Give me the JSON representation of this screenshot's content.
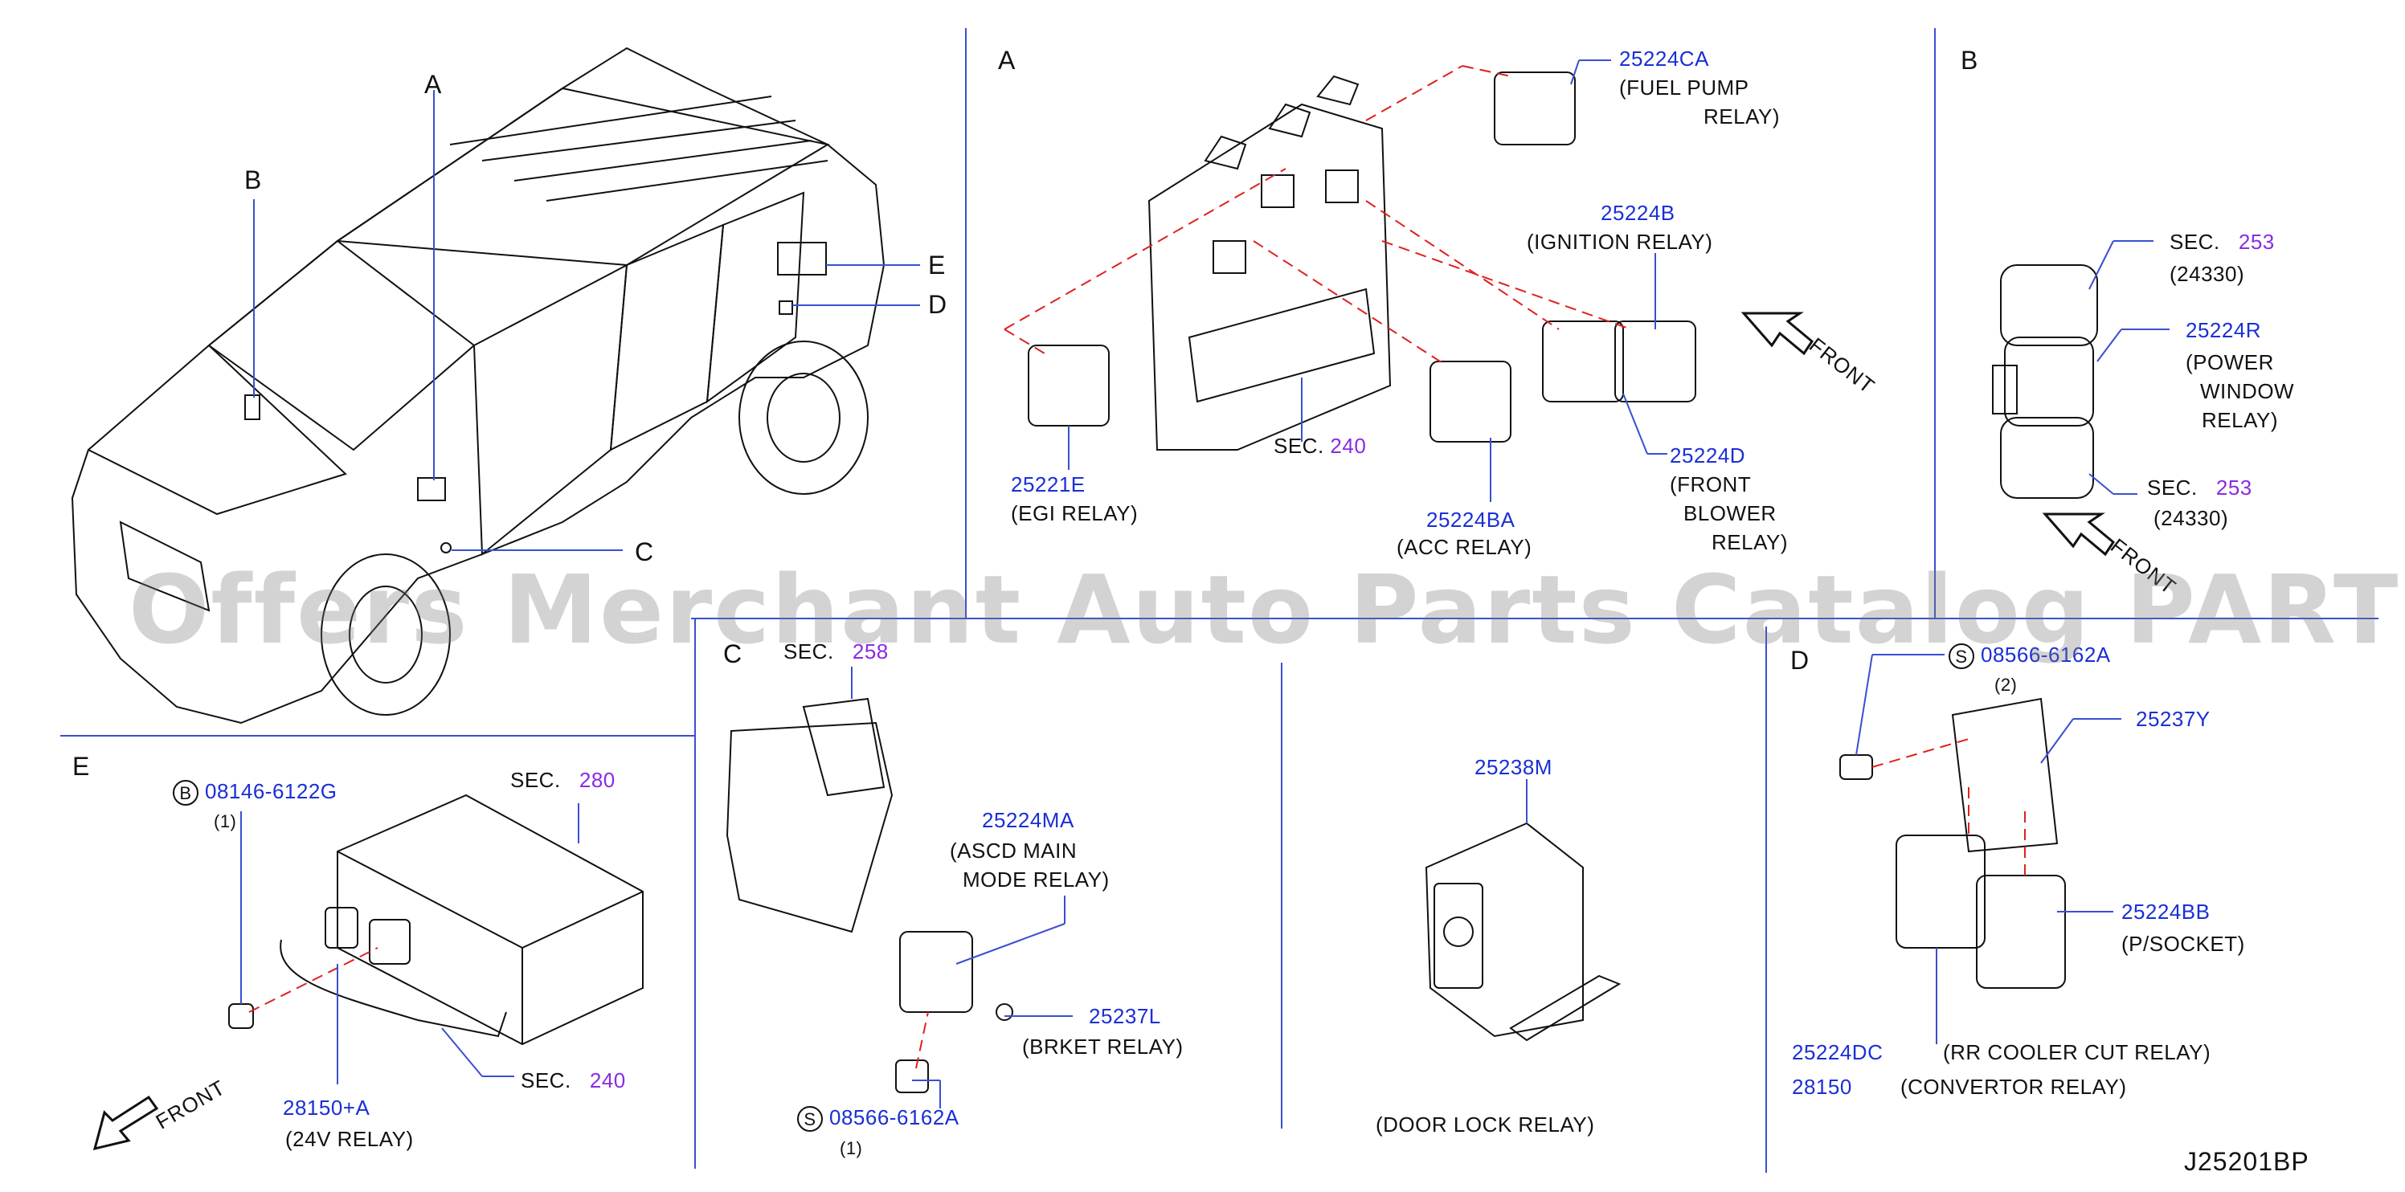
{
  "sections": {
    "overview_labels": [
      "A",
      "B",
      "C",
      "D",
      "E"
    ],
    "panel_a": "A",
    "panel_b": "B",
    "panel_c": "C",
    "panel_d": "D",
    "panel_e": "E"
  },
  "front_label": "FRONT",
  "panel_a": {
    "p1_num": "25224CA",
    "p1_desc1": "(FUEL   PUMP",
    "p1_desc2": "RELAY)",
    "p2_num": "25224B",
    "p2_desc": "(IGNITION   RELAY)",
    "p3_num": "25221E",
    "p3_desc": "(EGI   RELAY)",
    "sec_label": "SEC.",
    "sec_num": "240",
    "p4_num": "25224BA",
    "p4_desc": "(ACC   RELAY)",
    "p5_num": "25224D",
    "p5_desc1": "(FRONT",
    "p5_desc2": "BLOWER",
    "p5_desc3": "RELAY)"
  },
  "panel_b": {
    "sec1_label": "SEC.",
    "sec1_num": "253",
    "sec1_sub": "(24330)",
    "p1_num": "25224R",
    "p1_desc1": "(POWER",
    "p1_desc2": "WINDOW",
    "p1_desc3": "RELAY)",
    "sec2_label": "SEC.",
    "sec2_num": "253",
    "sec2_sub": "(24330)"
  },
  "panel_c": {
    "sec_label": "SEC.",
    "sec_num": "258",
    "p1_num": "25224MA",
    "p1_desc1": "(ASCD   MAIN",
    "p1_desc2": "MODE   RELAY)",
    "p2_num": "25237L",
    "p2_desc": "(BRKET   RELAY)",
    "bolt_mark": "S",
    "bolt_num": "08566-6162A",
    "bolt_qty": "(1)"
  },
  "panel_door": {
    "p_num": "25238M",
    "p_desc": "(DOOR   LOCK   RELAY)"
  },
  "panel_d": {
    "bolt_mark": "S",
    "bolt_num": "08566-6162A",
    "bolt_qty": "(2)",
    "p1_num": "25237Y",
    "p2_num": "25224BB",
    "p2_desc": "(P/SOCKET)",
    "p3_num": "25224DC",
    "p3_desc": "(RR   COOLER   CUT   RELAY)",
    "p4_num": "28150",
    "p4_desc": "(CONVERTOR   RELAY)"
  },
  "panel_e": {
    "bolt_mark": "B",
    "bolt_num": "08146-6122G",
    "bolt_qty": "(1)",
    "sec1_label": "SEC.",
    "sec1_num": "280",
    "sec2_label": "SEC.",
    "sec2_num": "240",
    "p1_num": "28150+A",
    "p1_desc": "(24V   RELAY)"
  },
  "ref_code": "J25201BP",
  "watermark": "Offers Merchant Auto Parts Catalog PARTSTORE.SA",
  "colors": {
    "part_number": "#1a2fd6",
    "section_number": "#8a2be2",
    "divider": "#3b4fd0",
    "leader_dashed": "#e02020"
  }
}
